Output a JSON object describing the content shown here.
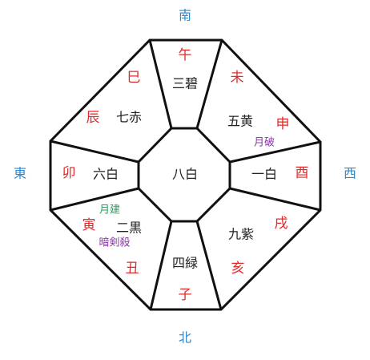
{
  "directions": {
    "south": "南",
    "north": "北",
    "east": "東",
    "west": "西"
  },
  "branches": {
    "uma": "午",
    "mi": "巳",
    "tatsu": "辰",
    "hitsuji": "未",
    "saru": "申",
    "u": "卯",
    "tori": "酉",
    "tora": "寅",
    "ushi": "丑",
    "inu": "戌",
    "i": "亥",
    "ne": "子"
  },
  "stars": {
    "south": "三碧",
    "southeast": "七赤",
    "southwest": "五黄",
    "east": "六白",
    "center": "八白",
    "west": "一白",
    "northeast": "二黒",
    "northwest": "九紫",
    "north": "四緑"
  },
  "annotations": {
    "getsuha": "月破",
    "gekken": "月建",
    "ankensatsu": "暗剣殺"
  },
  "colors": {
    "direction": "#2f88c7",
    "branch": "#e02a2a",
    "star": "#222222",
    "getsuha": "#8b3aa8",
    "ankensatsu": "#8b3aa8",
    "gekken": "#24a05a",
    "line": "#111111"
  }
}
